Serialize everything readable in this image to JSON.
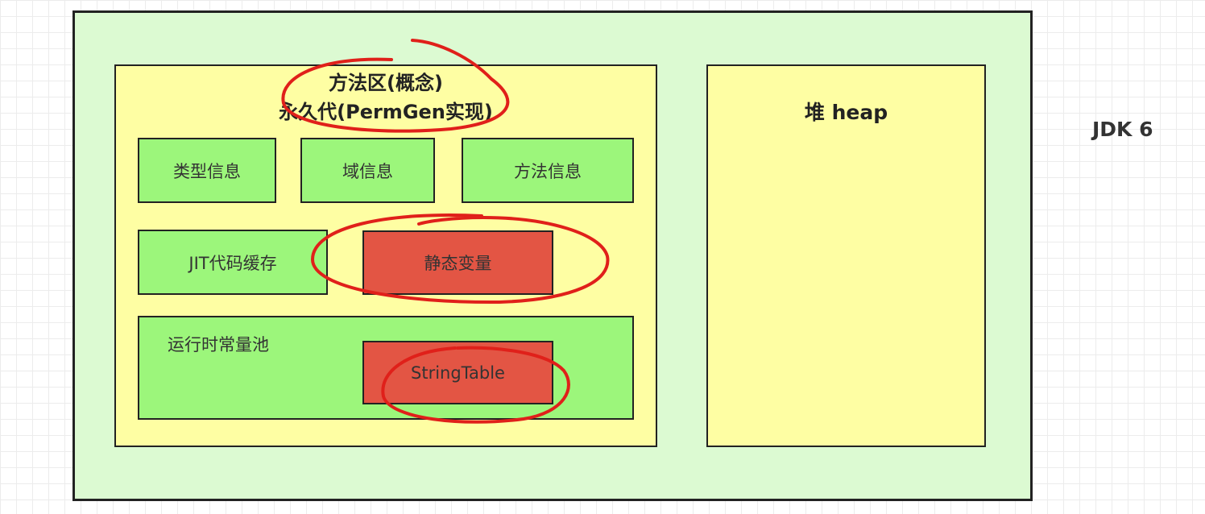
{
  "diagram": {
    "version": "JDK 6",
    "method_area": {
      "title_line1": "方法区(概念)",
      "title_line2": "永久代(PermGen实现)",
      "type_info": "类型信息",
      "field_info": "域信息",
      "method_info": "方法信息",
      "jit_cache": "JIT代码缓存",
      "static_vars": "静态变量",
      "runtime_pool": "运行时常量池",
      "string_table": "StringTable"
    },
    "heap": {
      "title": "堆 heap"
    }
  },
  "colors": {
    "outer_bg": "#dcfad2",
    "area_bg": "#fefea3",
    "green_box": "#9cf67b",
    "red_box": "#e35544",
    "annotation_ink": "#e0201a"
  }
}
